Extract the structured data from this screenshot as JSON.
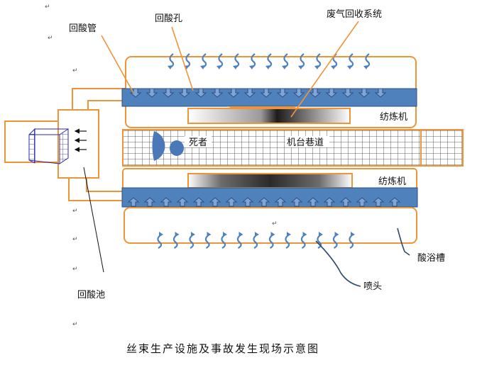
{
  "labels": {
    "return_acid_pipe": "回酸管",
    "return_acid_hole": "回酸孔",
    "exhaust_recovery": "废气回收系统",
    "spinning_machine_top": "纺炼机",
    "spinning_machine_bottom": "纺炼机",
    "dead_person": "死者",
    "machine_channel": "机台巷道",
    "return_acid_pool": "回酸池",
    "acid_bath": "酸浴槽",
    "nozzle": "喷头"
  },
  "caption": "丝束生产设施及事故发生现场示意图",
  "paragraph_mark": "↵",
  "colors": {
    "orange": "#F0943A",
    "blue_pipe": "#4F81BD",
    "blue_dark": "#2F4F7F",
    "grid": "#333333",
    "dead_blue": "#4A78B8",
    "callout": "#2F4A70",
    "text": "#111111"
  },
  "icons": [
    "curved-arrow-icon",
    "up-arrow-icon",
    "down-arrow-icon",
    "left-arrow-icon"
  ]
}
